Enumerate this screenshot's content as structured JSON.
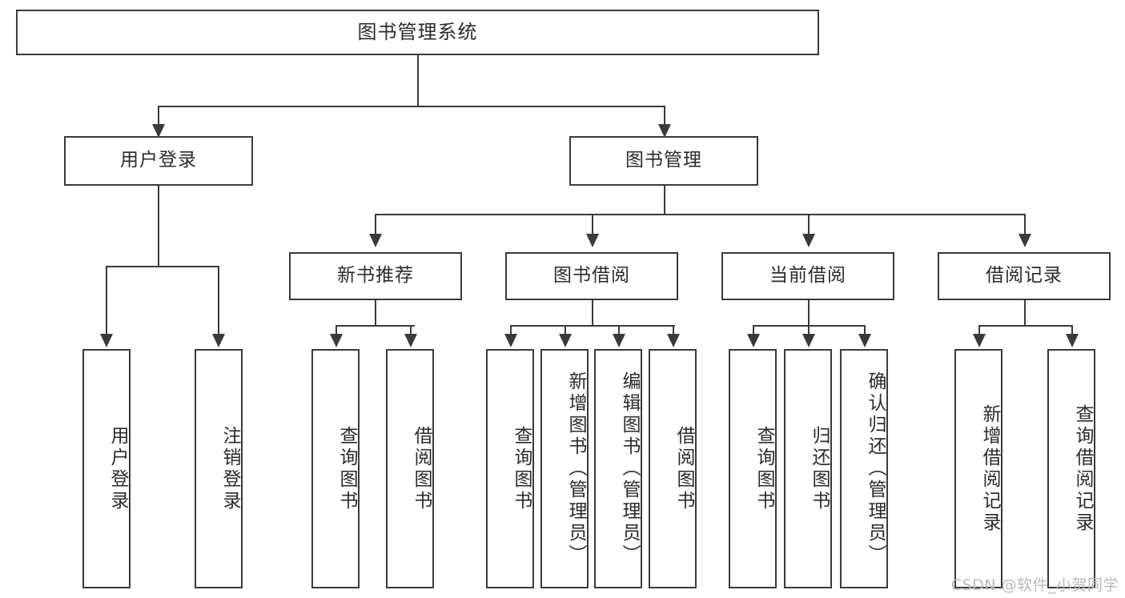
{
  "diagram": {
    "title": "图书管理系统",
    "type": "tree",
    "orientation": "top-down",
    "levels": 4,
    "root": {
      "label": "图书管理系统"
    },
    "level2": [
      {
        "id": "user-login",
        "label": "用户登录"
      },
      {
        "id": "book-management",
        "label": "图书管理"
      }
    ],
    "level3": [
      {
        "id": "new-book-recommend",
        "label": "新书推荐",
        "parent": "book-management"
      },
      {
        "id": "book-borrow",
        "label": "图书借阅",
        "parent": "book-management"
      },
      {
        "id": "current-borrow",
        "label": "当前借阅",
        "parent": "book-management"
      },
      {
        "id": "borrow-record",
        "label": "借阅记录",
        "parent": "book-management"
      }
    ],
    "leaves": [
      {
        "id": "leaf-user-login",
        "label": "用户登录",
        "parent": "user-login"
      },
      {
        "id": "leaf-logout",
        "label": "注销登录",
        "parent": "user-login"
      },
      {
        "id": "leaf-query-book-1",
        "label": "查询图书",
        "parent": "new-book-recommend"
      },
      {
        "id": "leaf-borrow-book-1",
        "label": "借阅图书",
        "parent": "new-book-recommend"
      },
      {
        "id": "leaf-query-book-2",
        "label": "查询图书",
        "parent": "book-borrow"
      },
      {
        "id": "leaf-add-book",
        "label": "新增图书（管理员）",
        "parent": "book-borrow"
      },
      {
        "id": "leaf-edit-book",
        "label": "编辑图书（管理员）",
        "parent": "book-borrow"
      },
      {
        "id": "leaf-borrow-book-2",
        "label": "借阅图书",
        "parent": "book-borrow"
      },
      {
        "id": "leaf-query-book-3",
        "label": "查询图书",
        "parent": "current-borrow"
      },
      {
        "id": "leaf-return-book",
        "label": "归还图书",
        "parent": "current-borrow"
      },
      {
        "id": "leaf-confirm-return",
        "label": "确认归还（管理员）",
        "parent": "current-borrow"
      },
      {
        "id": "leaf-add-record",
        "label": "新增借阅记录",
        "parent": "borrow-record"
      },
      {
        "id": "leaf-query-record",
        "label": "查询借阅记录",
        "parent": "borrow-record"
      }
    ]
  },
  "watermark": {
    "text": "CSDN @软件_小贺同学"
  },
  "colors": {
    "border": "#3a3a3a",
    "background": "#ffffff",
    "text": "#2b2b2b",
    "watermark": "#b9b9b9"
  }
}
